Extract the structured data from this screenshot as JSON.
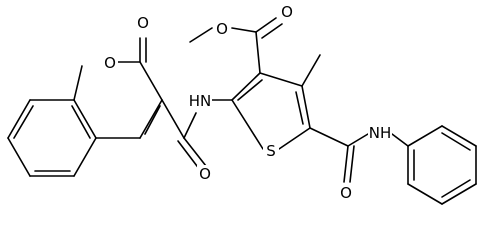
{
  "molecule": {
    "atoms": {
      "ring_oxygen": "O",
      "lactone_carbonyl_oxygen": "O",
      "amide_nh": "HN",
      "amide_carbonyl_oxygen": "O",
      "thiophene_sulfur": "S",
      "ester_carbonyl_oxygen": "O",
      "ester_oxygen": "O",
      "anilide_nh": "NH",
      "anilide_carbonyl_oxygen": "O"
    }
  }
}
